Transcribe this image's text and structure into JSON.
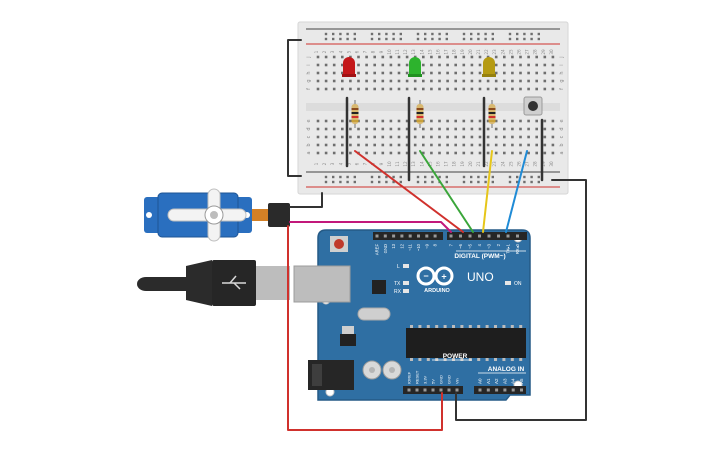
{
  "colors": {
    "board_blue": "#2f6fa3",
    "board_dark": "#255a86",
    "breadboard": "#e9e9e9",
    "wire_red": "#d0312d",
    "wire_green": "#3aa63a",
    "wire_yellow": "#e6c619",
    "wire_blue": "#1f8bd6",
    "wire_magenta": "#c2187a",
    "wire_black": "#333333",
    "led_red": "#c4181a",
    "led_green": "#2db32d",
    "led_yellow": "#b59a12",
    "servo_blue": "#2a6fbf",
    "usb_black": "#2b2b2b",
    "usb_gray": "#bdbdbd"
  },
  "arduino": {
    "brand": "ARDUINO",
    "model": "UNO",
    "digital_label": "DIGITAL (PWM~)",
    "power_label": "POWER",
    "analog_label": "ANALOG IN",
    "on_label": "ON",
    "l_label": "L",
    "tx_label": "TX",
    "rx_label": "RX",
    "top_pins": [
      "AREF",
      "GND",
      "13",
      "12",
      "~11",
      "~10",
      "~9",
      "8",
      "7",
      "~6",
      "~5",
      "4",
      "~3",
      "2",
      "TX▸1",
      "RX◂0"
    ],
    "power_pins": [
      "IOREF",
      "RESET",
      "3.3V",
      "5V",
      "GND",
      "GND",
      "Vin"
    ],
    "analog_pins": [
      "A0",
      "A1",
      "A2",
      "A3",
      "A4",
      "A5"
    ]
  },
  "breadboard": {
    "row_letters_left": [
      "j",
      "i",
      "h",
      "g",
      "f",
      "e",
      "d",
      "c",
      "b",
      "a"
    ],
    "row_letters_right": [
      "j",
      "i",
      "h",
      "g",
      "f",
      "e",
      "d",
      "c",
      "b",
      "a"
    ],
    "col_numbers": [
      "1",
      "2",
      "3",
      "4",
      "5",
      "6",
      "7",
      "8",
      "9",
      "10",
      "11",
      "12",
      "13",
      "14",
      "15",
      "16",
      "17",
      "18",
      "19",
      "20",
      "21",
      "22",
      "23",
      "24",
      "25",
      "26",
      "27",
      "28",
      "29",
      "30"
    ]
  },
  "components": [
    {
      "name": "led-red",
      "kind": "LED",
      "color": "red"
    },
    {
      "name": "led-green",
      "kind": "LED",
      "color": "green"
    },
    {
      "name": "led-yellow",
      "kind": "LED",
      "color": "yellow"
    },
    {
      "name": "resistor-1",
      "kind": "resistor"
    },
    {
      "name": "resistor-2",
      "kind": "resistor"
    },
    {
      "name": "resistor-3",
      "kind": "resistor"
    },
    {
      "name": "pushbutton",
      "kind": "pushbutton"
    },
    {
      "name": "servo",
      "kind": "micro servo"
    },
    {
      "name": "usb-cable",
      "kind": "USB cable"
    }
  ]
}
